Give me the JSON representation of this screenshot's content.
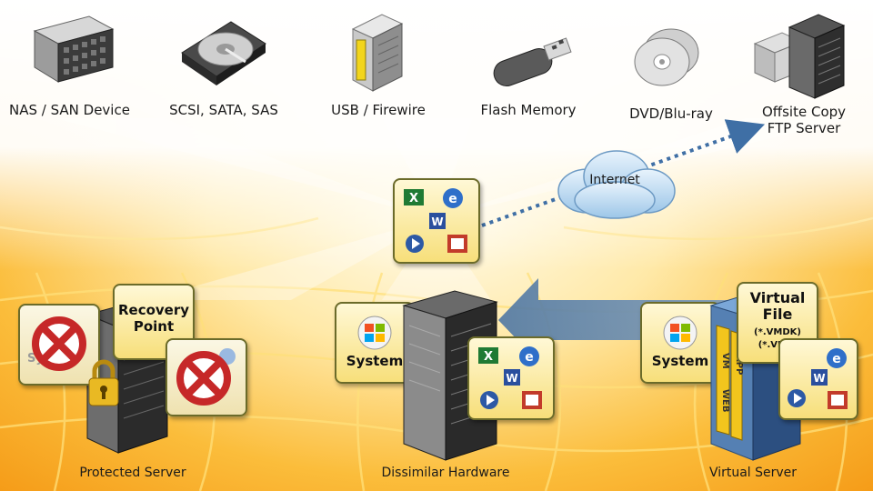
{
  "devices": {
    "nas": "NAS / SAN Device",
    "scsi": "SCSI, SATA, SAS",
    "usb": "USB / Firewire",
    "flash": "Flash Memory",
    "dvd": "DVD/Blu-ray",
    "offsite_line1": "Offsite Copy",
    "offsite_line2": "FTP Server"
  },
  "internet": "Internet",
  "recovery_point": {
    "line1": "Recovery",
    "line2": "Point"
  },
  "system": "System",
  "virtual_file": {
    "line1": "Virtual",
    "line2": "File",
    "ext1": "(*.VMDK)",
    "ext2": "(*.VHD)"
  },
  "server_labels": {
    "protected": "Protected Server",
    "dissimilar": "Dissimilar Hardware",
    "virtual": "Virtual Server"
  },
  "vm_tags": [
    "VM",
    "APP",
    "WEB"
  ],
  "colors": {
    "accent": "#f7a21b",
    "background_light": "#fff6d8",
    "arrow": "#6b8db0",
    "dotted": "#3f6fa5"
  }
}
